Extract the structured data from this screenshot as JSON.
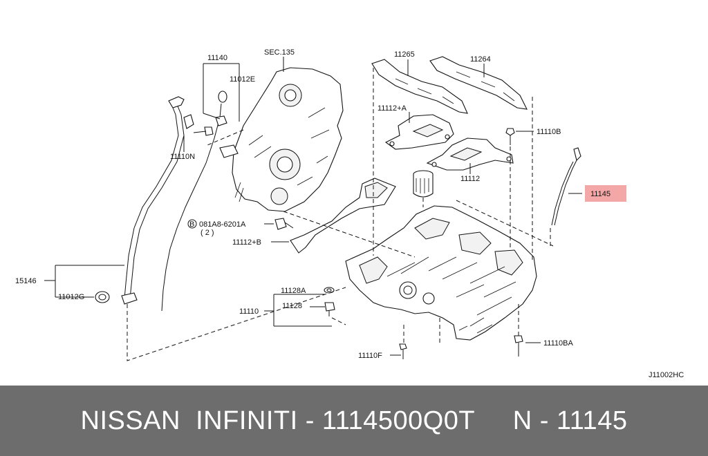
{
  "diagram": {
    "labels": {
      "l11140": "11140",
      "l11012e": "11012E",
      "sec135": "SEC.135",
      "l11265": "11265",
      "l11264": "11264",
      "l11112a": "11112+A",
      "l11110b": "11110B",
      "l11110n": "11110N",
      "l11112": "11112",
      "l11145": "11145",
      "l081a8": "081A8-6201A",
      "l081a8_qty": "( 2 )",
      "l11112b": "11112+B",
      "l15146": "15146",
      "l11012g": "11012G",
      "l11128a": "11128A",
      "l11128": "11128",
      "l11110": "11110",
      "l11110f": "11110F",
      "l11110ba": "11110BA",
      "ref": "J11002HC",
      "circled_b": "B"
    },
    "highlight_color": "#f4a7a7"
  },
  "footer": {
    "text": "NISSAN  INFINITI - 1114500Q0T     N - 11145"
  }
}
